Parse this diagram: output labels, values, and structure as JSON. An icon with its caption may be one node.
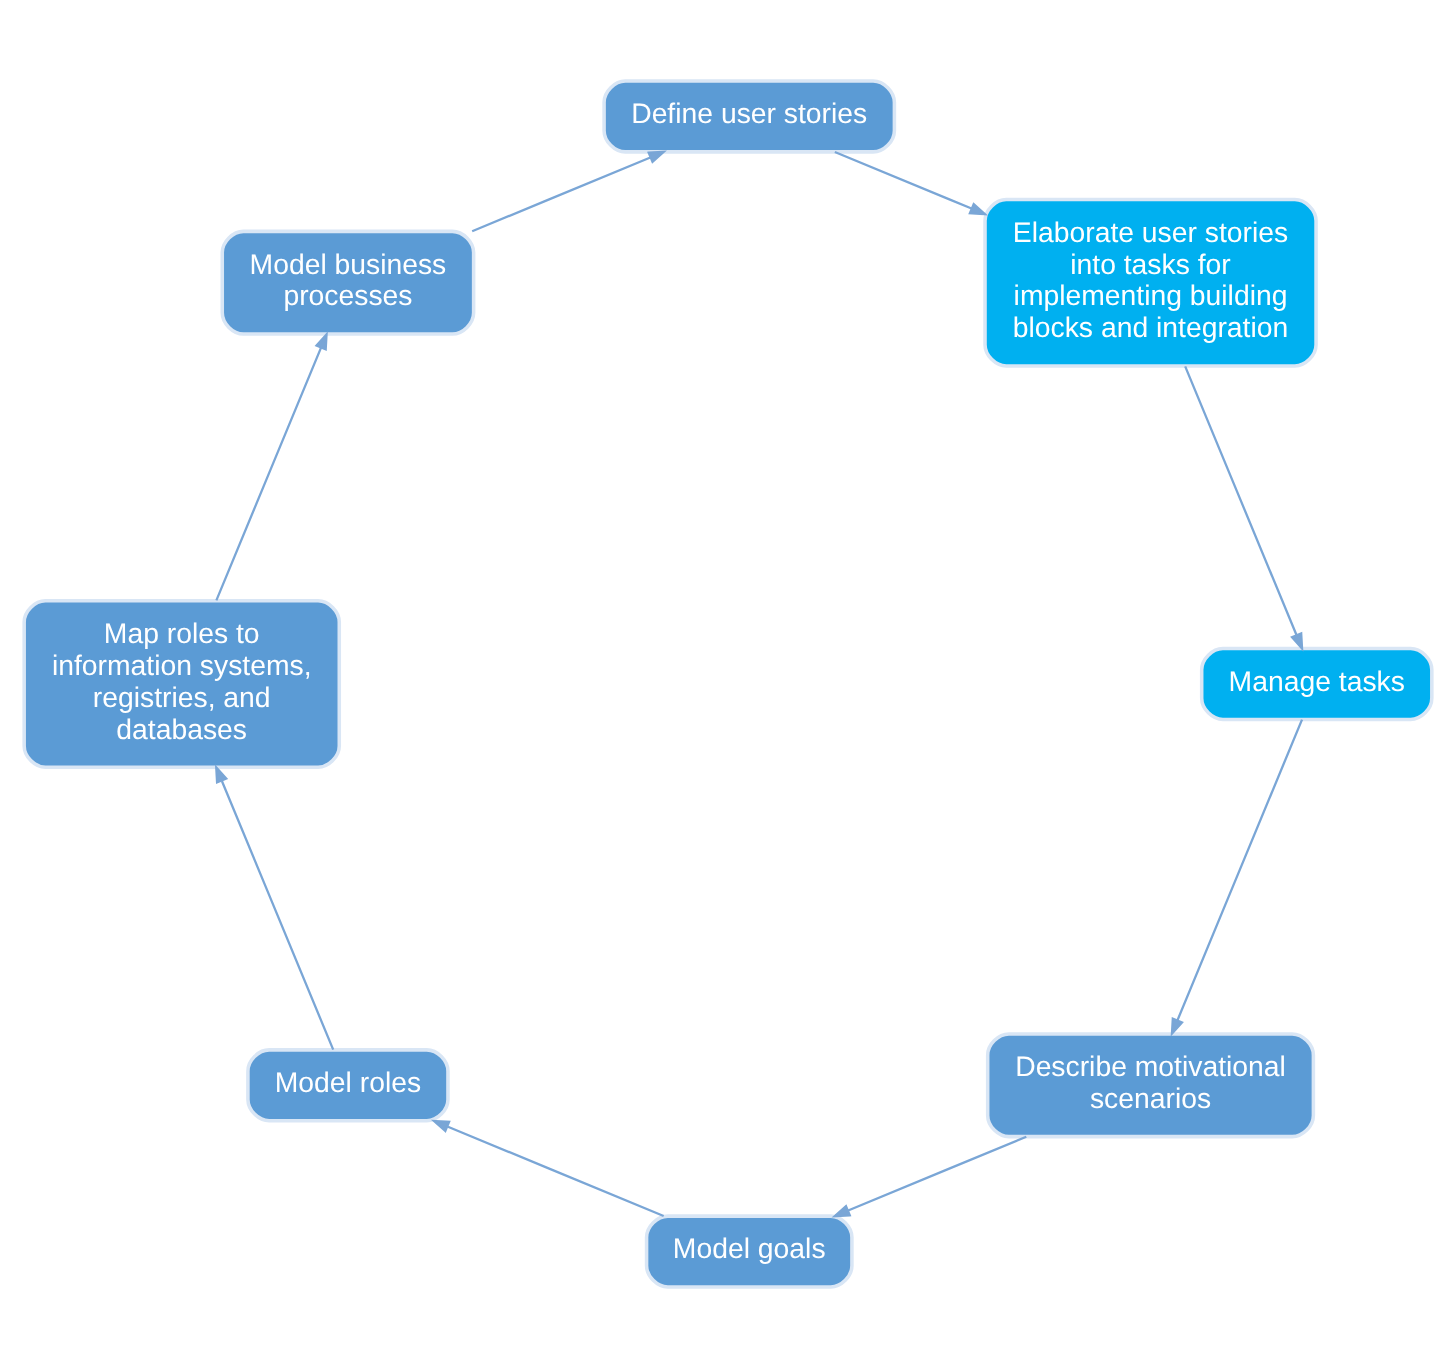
{
  "diagram": {
    "nodes": [
      {
        "text": [
          "Describe motivational scenarios"
        ]
      },
      {
        "text": [
          "Model goals"
        ]
      },
      {
        "text": [
          "Model roles"
        ]
      },
      {
        "text": [
          "Map roles to information systems, registries, and databases"
        ]
      },
      {
        "text": [
          "Model business processes"
        ]
      },
      {
        "text": [
          "Define user stories"
        ]
      },
      {
        "text": [
          "Elaborate user stories into tasks for implementing building blocks and integration"
        ]
      },
      {
        "text": [
          "Manage tasks"
        ]
      }
    ],
    "edges": [
      {
        "from": 0,
        "to": 1,
        "arrow": "to"
      },
      {
        "from": 1,
        "to": 2,
        "arrow": "to"
      },
      {
        "from": 2,
        "to": 3,
        "arrow": "to"
      },
      {
        "from": 3,
        "to": 4,
        "arrow": "to"
      },
      {
        "from": 4,
        "to": 5,
        "arrow": "to"
      },
      {
        "from": 5,
        "to": 6,
        "arrow": "to"
      },
      {
        "from": 6,
        "to": 7,
        "arrow": "to"
      },
      {
        "from": 7,
        "to": 0,
        "arrow": "to"
      }
    ]
  }
}
